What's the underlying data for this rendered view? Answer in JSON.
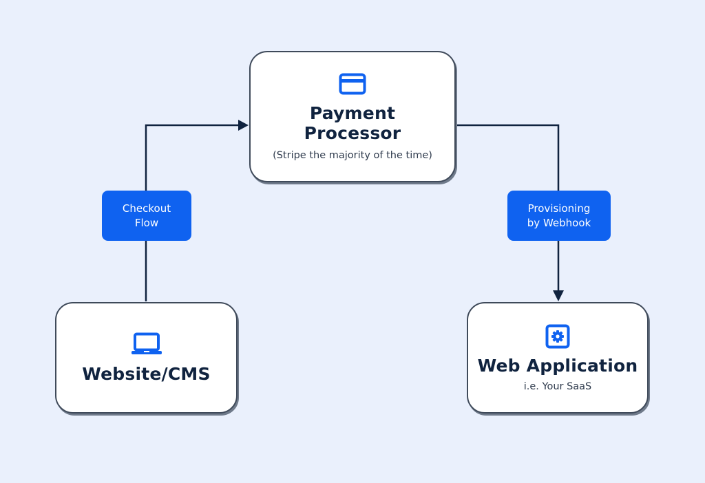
{
  "colors": {
    "background": "#eaf0fc",
    "accent": "#0f62f0",
    "text": "#10233f",
    "connector": "#10233f"
  },
  "nodes": {
    "payment": {
      "icon": "credit-card-icon",
      "title": "Payment\nProcessor",
      "subtitle": "(Stripe the majority of the time)"
    },
    "website": {
      "icon": "laptop-icon",
      "title": "Website/CMS"
    },
    "webapp": {
      "icon": "gear-icon",
      "title": "Web Application",
      "subtitle": "i.e. Your SaaS"
    }
  },
  "edges": {
    "checkout": {
      "label": "Checkout\nFlow",
      "from": "website",
      "to": "payment"
    },
    "provisioning": {
      "label": "Provisioning\nby Webhook",
      "from": "payment",
      "to": "webapp"
    }
  }
}
